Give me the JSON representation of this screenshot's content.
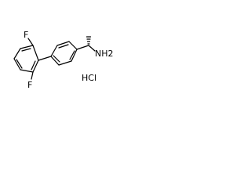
{
  "molecule": {
    "atom_labels": {
      "fluorine_top": "F",
      "fluorine_bottom": "F",
      "amine": "NH2",
      "salt": "HCl"
    }
  }
}
